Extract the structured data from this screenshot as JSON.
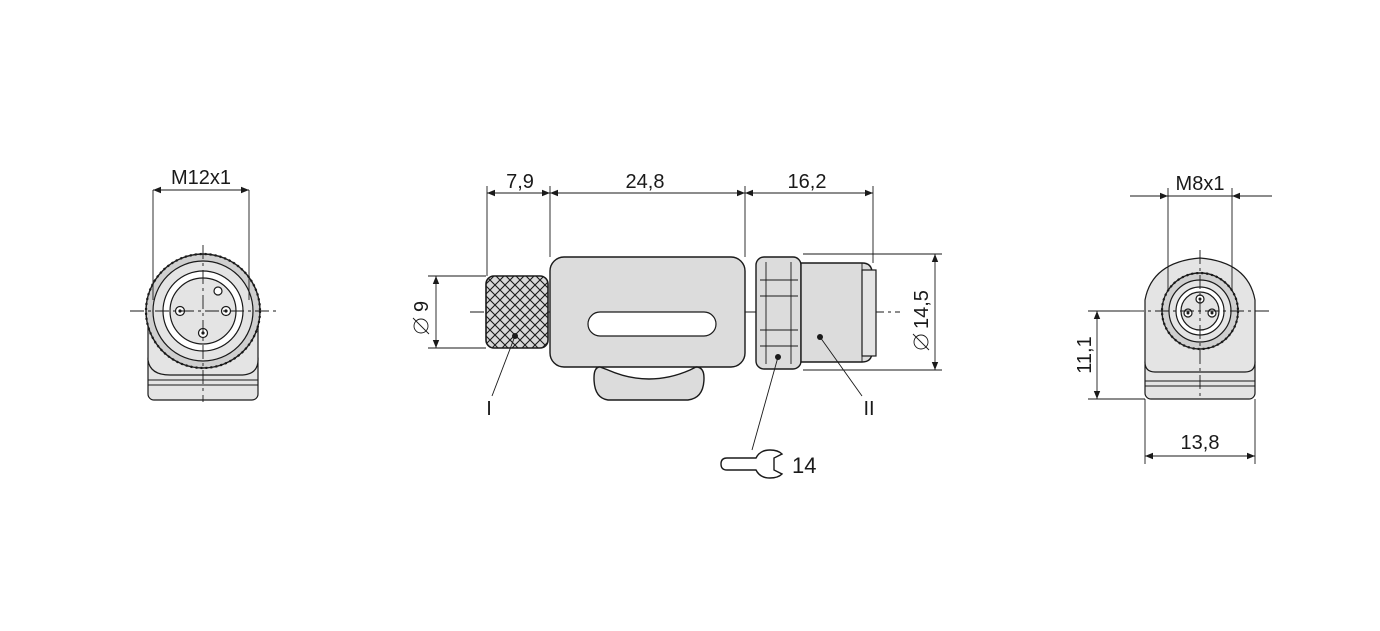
{
  "left_view": {
    "thread_label": "M12x1"
  },
  "side_view": {
    "dim_a": "7,9",
    "dim_b": "24,8",
    "dim_c": "16,2",
    "dia_left": "9",
    "dia_right": "14,5",
    "marker_1": "I",
    "marker_2": "II",
    "wrench_size": "14"
  },
  "right_view": {
    "thread_label": "M8x1",
    "height_label": "11,1",
    "width_label": "13,8"
  }
}
